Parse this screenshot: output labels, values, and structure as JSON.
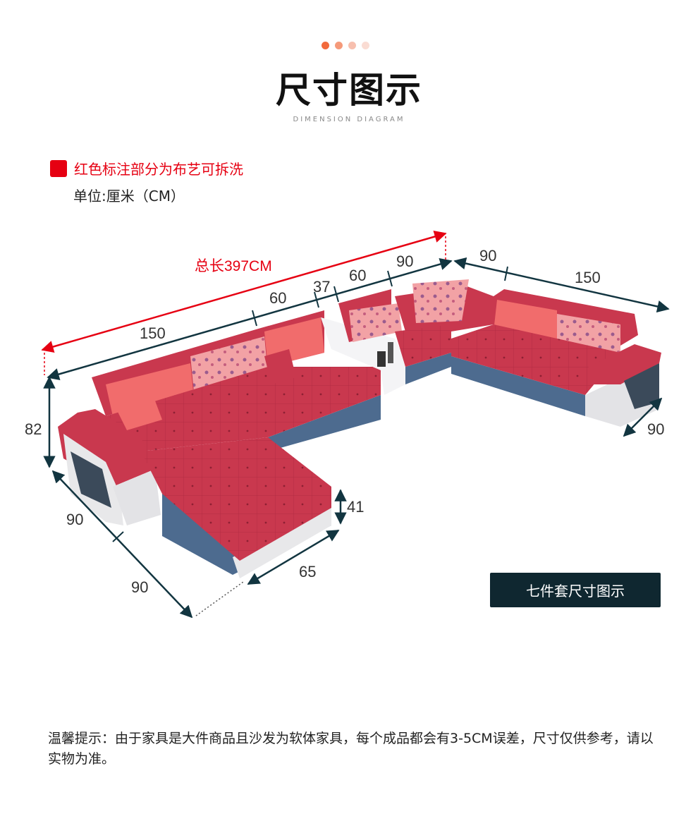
{
  "header": {
    "dot_colors": [
      "#f26a3c",
      "#f59a7a",
      "#f7bfae",
      "#fadcd3"
    ],
    "title": "尺寸图示",
    "subtitle": "DIMENSION DIAGRAM"
  },
  "legend": {
    "color": "#e60012",
    "text": "红色标注部分为布艺可拆洗"
  },
  "unit": "单位:厘米（CM）",
  "dimensions": {
    "total_length": "总长397CM",
    "back_left_1": "150",
    "back_left_2": "60",
    "console": "37",
    "back_mid": "60",
    "corner_top": "90",
    "right_depth": "90",
    "right_length": "150",
    "right_arm_depth": "90",
    "height": "82",
    "left_depth": "90",
    "chaise_length": "90",
    "chaise_width": "65",
    "seat_height": "41"
  },
  "badge": "七件套尺寸图示",
  "note": "温馨提示：由于家具是大件商品且沙发为软体家具，每个成品都会有3-5CM误差，尺寸仅供参考，请以实物为准。"
}
